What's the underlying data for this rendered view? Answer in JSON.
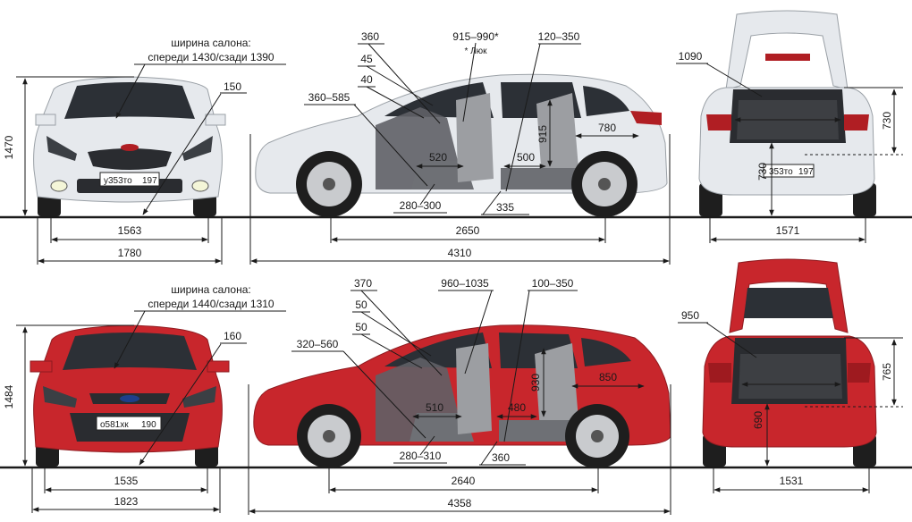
{
  "colors": {
    "kia_body": "#e6e9ed",
    "ford_body": "#c8262c",
    "glass": "#2c3036",
    "interior": "#5f6166",
    "tire": "#1e1e1e",
    "rim": "#c9cbce",
    "line": "#1a1a1a"
  },
  "kia": {
    "front": {
      "cabin_width_line1": "ширина салона:",
      "cabin_width_line2": "спереди 1430/сзади 1390",
      "height": "1470",
      "clearance": "150",
      "track": "1563",
      "width": "1780",
      "plate": "у353то",
      "plate_region": "197"
    },
    "side": {
      "d360": "360",
      "d45": "45",
      "d40": "40",
      "d360_585": "360–585",
      "d915_990": "915–990*",
      "luk_note": "* Люк",
      "d120_350": "120–350",
      "d520": "520",
      "d500": "500",
      "d915": "915",
      "d780": "780",
      "d280_300": "280–300",
      "d335": "335",
      "wheelbase": "2650",
      "length": "4310"
    },
    "rear": {
      "trunk_width": "1090",
      "opening_height": "730",
      "sill_height": "730",
      "track": "1571",
      "plate": "353то",
      "plate_region": "197"
    }
  },
  "ford": {
    "front": {
      "cabin_width_line1": "ширина салона:",
      "cabin_width_line2": "спереди 1440/сзади 1310",
      "height": "1484",
      "clearance": "160",
      "track": "1535",
      "width": "1823",
      "plate": "о581хк",
      "plate_region": "190"
    },
    "side": {
      "d370": "370",
      "d50a": "50",
      "d50b": "50",
      "d320_560": "320–560",
      "d960_1035": "960–1035",
      "d100_350": "100–350",
      "d510": "510",
      "d480": "480",
      "d930": "930",
      "d850": "850",
      "d280_310": "280–310",
      "d360": "360",
      "wheelbase": "2640",
      "length": "4358"
    },
    "rear": {
      "trunk_width": "950",
      "opening_height": "765",
      "sill_height": "690",
      "track": "1531"
    }
  }
}
